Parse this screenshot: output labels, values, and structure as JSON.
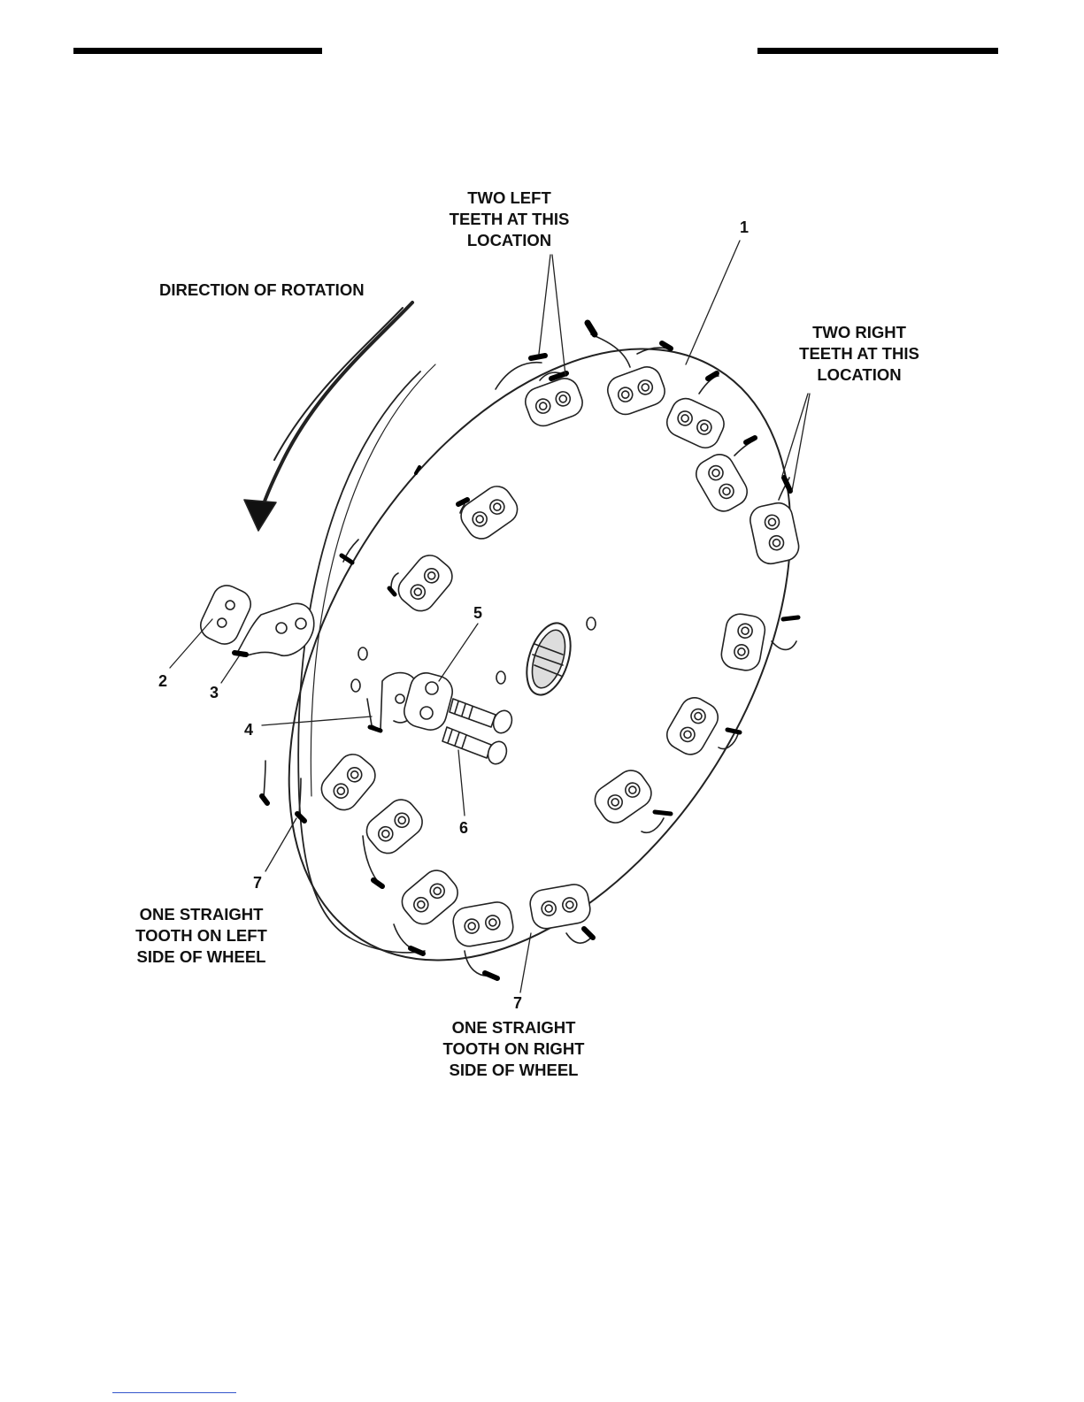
{
  "callouts": {
    "rotation": "DIRECTION OF ROTATION",
    "left_teeth": [
      "TWO LEFT",
      "TEETH AT THIS",
      "LOCATION"
    ],
    "right_teeth": [
      "TWO RIGHT",
      "TEETH AT THIS",
      "LOCATION"
    ],
    "straight_left": [
      "ONE STRAIGHT",
      "TOOTH ON LEFT",
      "SIDE OF WHEEL"
    ],
    "straight_right": [
      "ONE STRAIGHT",
      "TOOTH ON RIGHT",
      "SIDE OF WHEEL"
    ]
  },
  "item_numbers": {
    "wheel": "1",
    "tooth_pocket": "2",
    "curved_tooth": "3",
    "tooth": "4",
    "clamp": "5",
    "bolt": "6",
    "straight_tooth_left": "7",
    "straight_tooth_right": "7"
  }
}
